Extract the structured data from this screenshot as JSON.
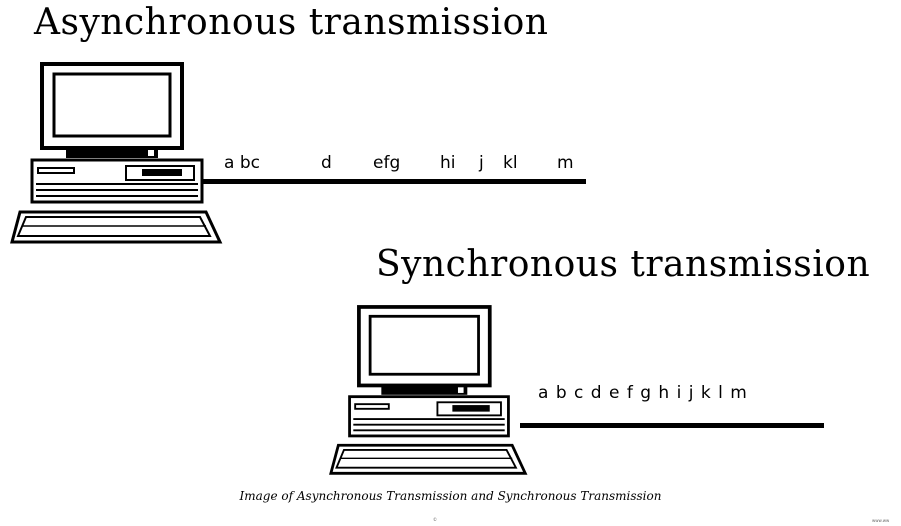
{
  "titles": {
    "asynchronous": "Asynchronous transmission",
    "synchronous": "Synchronous transmission"
  },
  "async_data_groups": [
    "a bc",
    "d",
    "efg",
    "hi",
    "j",
    "kl",
    "m"
  ],
  "sync_data": "a b c d e f g h i j k l m",
  "caption": "Image of Asynchronous Transmission and Synchronous Transmission",
  "footer_marks": {
    "center": "©",
    "right": "www.ww"
  }
}
